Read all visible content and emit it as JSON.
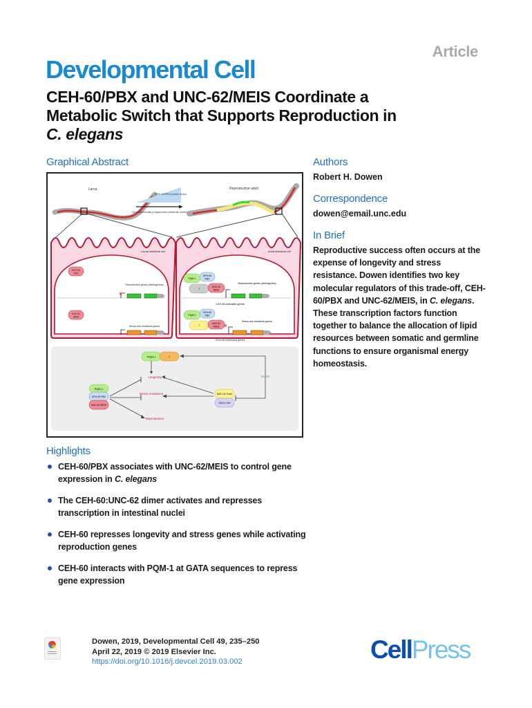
{
  "header": {
    "article_type": "Article",
    "journal": "Developmental Cell",
    "title_line1": "CEH-60/PBX and UNC-62/MEIS Coordinate a",
    "title_line2": "Metabolic Switch that Supports Reproduction in",
    "title_line3": "C. elegans"
  },
  "graphical_abstract": {
    "heading": "Graphical Abstract",
    "labels": {
      "larva": "Larva",
      "adult": "Reproductive adult",
      "gradient": "CEH-60/PBX protein levels",
      "switch": "Developmentally programmed metabolic switch",
      "larval_cell": "Larval intestinal cell",
      "adult_cell": "Adult intestinal cell",
      "ceh60": "CEH-60 PBX",
      "unc62": "UNC-62 MEIS",
      "repro_genes": "Reproduction genes (vitellogenins)",
      "stress_genes": "Stress and metabolic genes",
      "activated": "CEH-60-activated genes",
      "repressed": "CEH-60-repressed genes",
      "pqm1": "PQM-1",
      "unknown": "?",
      "longevity": "Longevity",
      "stress_resistance": "Stress resistance",
      "reproduction": "Reproduction",
      "insulin": "Insulin",
      "daf16": "DAF-16/ FoxO",
      "skn1": "SKN-1/ Nrf"
    },
    "colors": {
      "intestine_fill": "#f9d7e3",
      "intestine_stroke": "#b5172f",
      "repro_gene": "#2ecc2e",
      "stress_gene": "#f7941d",
      "pqm1": "#b7ec8a",
      "ceh60": "#c9dcf5",
      "unc62": "#ef8b96",
      "pathway_bg": "#eeeeee"
    }
  },
  "authors": {
    "heading": "Authors",
    "names": "Robert H. Dowen"
  },
  "correspondence": {
    "heading": "Correspondence",
    "email": "dowen@email.unc.edu"
  },
  "in_brief": {
    "heading": "In Brief",
    "text_before": "Reproductive success often occurs at the expense of longevity and stress resistance. Dowen identifies two key molecular regulators of this trade-off, CEH-60/PBX and UNC-62/MEIS, in ",
    "species": "C. elegans",
    "text_after": ". These transcription factors function together to balance the allocation of lipid resources between somatic and germline functions to ensure organismal energy homeostasis."
  },
  "highlights": {
    "heading": "Highlights",
    "items": [
      {
        "text": "CEH-60/PBX associates with UNC-62/MEIS to control gene expression in ",
        "italic": "C. elegans"
      },
      {
        "text": "The CEH-60:UNC-62 dimer activates and represses transcription in intestinal nuclei",
        "italic": ""
      },
      {
        "text": "CEH-60 represses longevity and stress genes while activating reproduction genes",
        "italic": ""
      },
      {
        "text": "CEH-60 interacts with PQM-1 at GATA sequences to repress gene expression",
        "italic": ""
      }
    ]
  },
  "footer": {
    "citation": "Dowen, 2019, Developmental Cell 49, 235–250",
    "date_copyright": "April 22, 2019 © 2019 Elsevier Inc.",
    "doi": "https://doi.org/10.1016/j.devcel.2019.03.002",
    "badge_label": "Check for updates",
    "publisher_part1": "Cell",
    "publisher_part2": "Press"
  }
}
